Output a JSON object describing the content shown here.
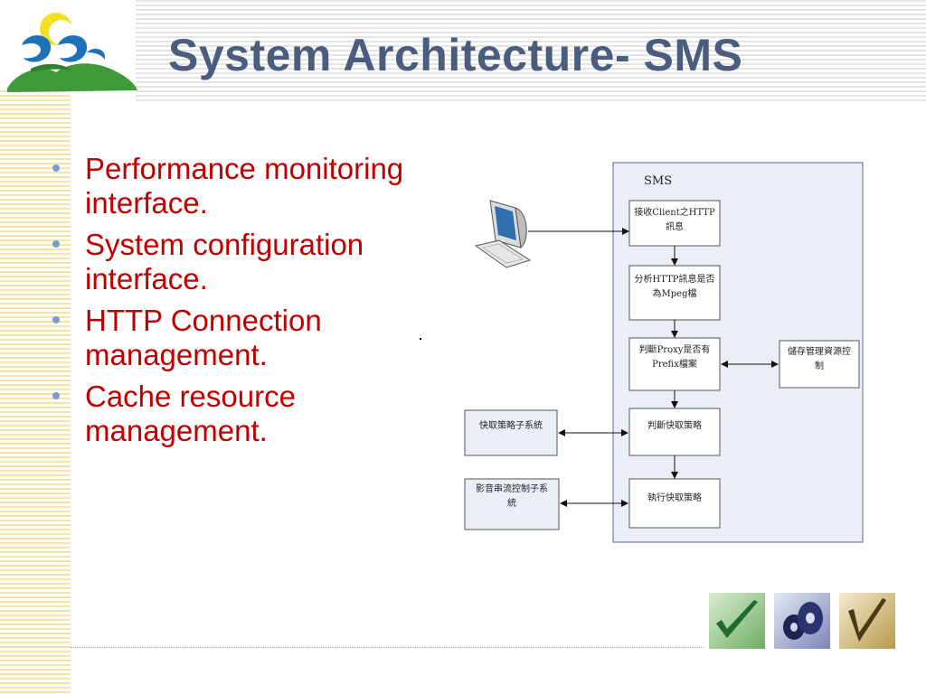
{
  "slide": {
    "title": "System Architecture- SMS",
    "bullets": [
      "Performance monitoring interface.",
      "System configuration interface.",
      "HTTP Connection management.",
      "Cache resource management."
    ]
  },
  "diagram": {
    "container_label": "SMS",
    "boxes": {
      "receive": [
        "接收Client之HTTP",
        "訊息"
      ],
      "analyze": [
        "分析HTTP訊息是否",
        "為Mpeg檔"
      ],
      "proxy": [
        "判斷Proxy是否有",
        "Prefix檔案"
      ],
      "storage": [
        "儲存管理資源控",
        "制"
      ],
      "cache_policy": [
        "判斷快取策略"
      ],
      "execute": [
        "執行快取策略"
      ],
      "cache_subsys": [
        "快取策略子系統"
      ],
      "stream_subsys": [
        "影音串流控制子系",
        "統"
      ]
    }
  },
  "colors": {
    "title": "#4a5d7e",
    "bullet_text": "#c00000",
    "bullet_dot": "#7a9bd1",
    "diagram_fill": "#e9eef7",
    "box_fill": "#ffffff"
  },
  "icons": [
    "logo-icon",
    "computer-icon",
    "green-check-icon",
    "blue-disc-icon",
    "gold-check-icon"
  ]
}
